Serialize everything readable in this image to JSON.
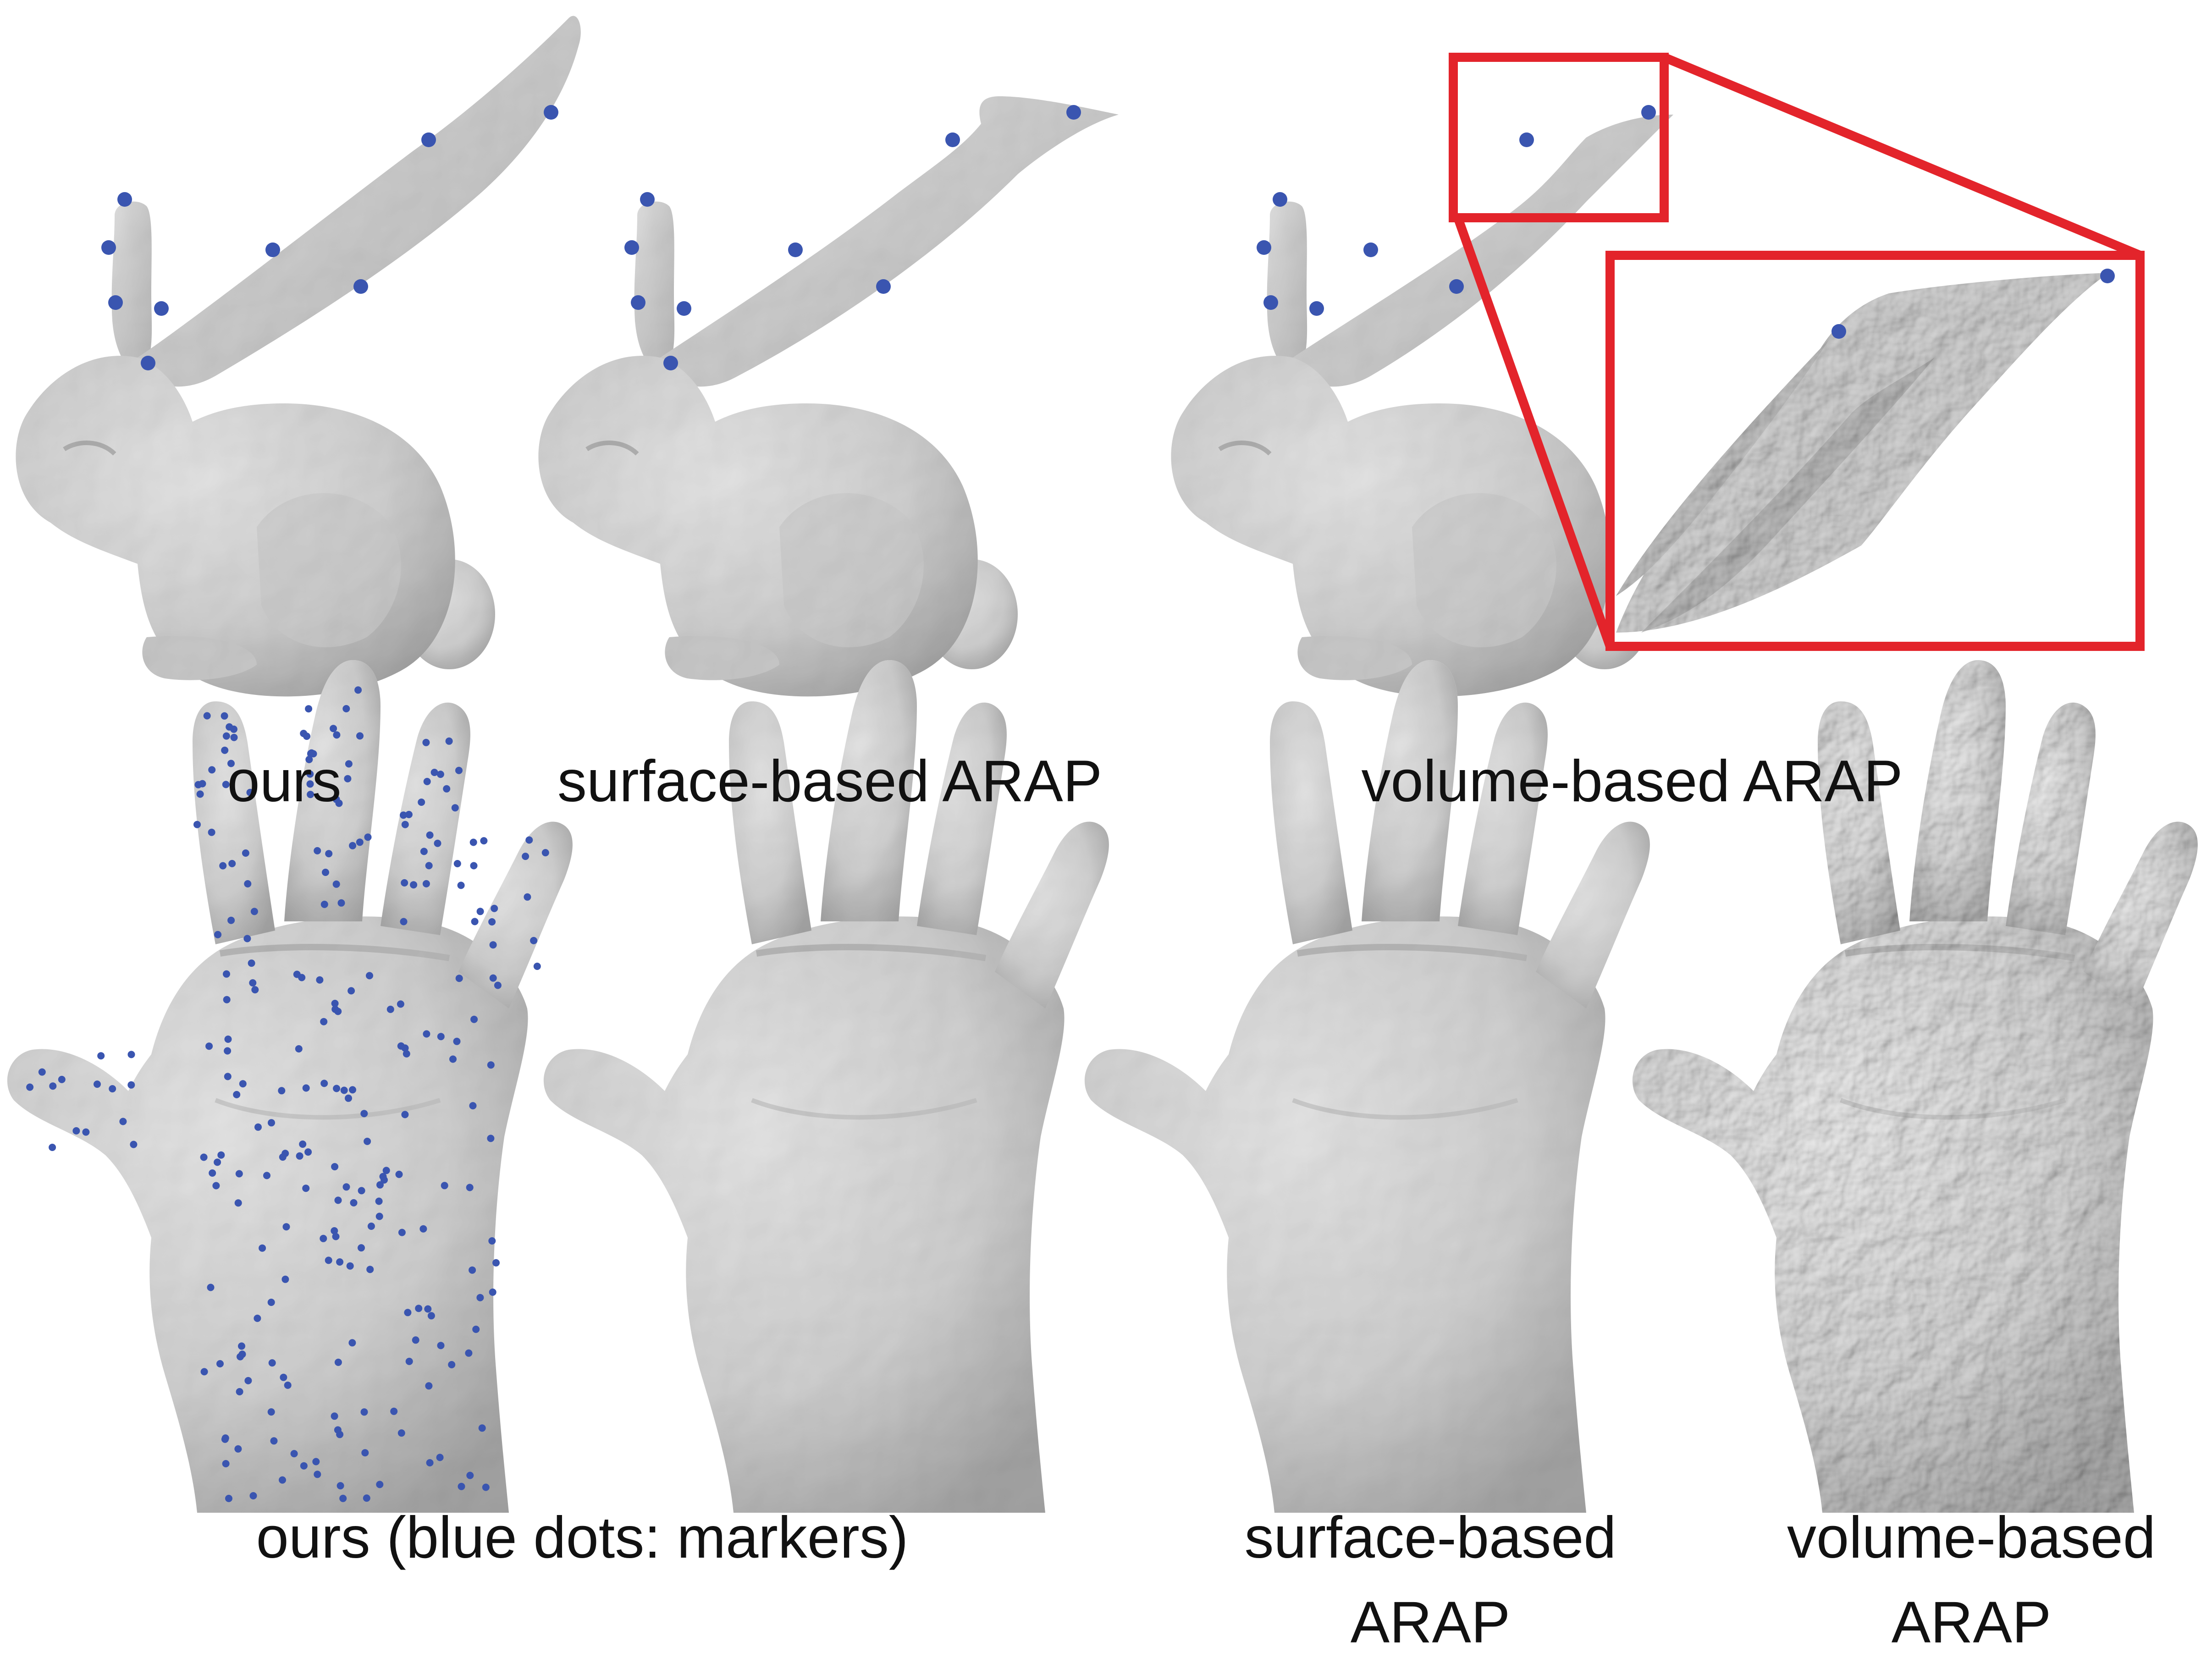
{
  "colors": {
    "marker": "#3a55b0",
    "zoom_box": "#e3242b",
    "mesh_fill": "#d9d9d9",
    "mesh_shadow": "#b8b8b8",
    "caption_text": "#111111"
  },
  "captions": {
    "bunny_ours": "ours",
    "bunny_surface": "surface-based ARAP",
    "bunny_volume": "volume-based ARAP",
    "hand_ours": "ours (blue dots: markers)",
    "hand_surface_line1": "surface-based",
    "hand_surface_line2": "ARAP",
    "hand_volume_line1": "volume-based",
    "hand_volume_line2": "ARAP"
  }
}
